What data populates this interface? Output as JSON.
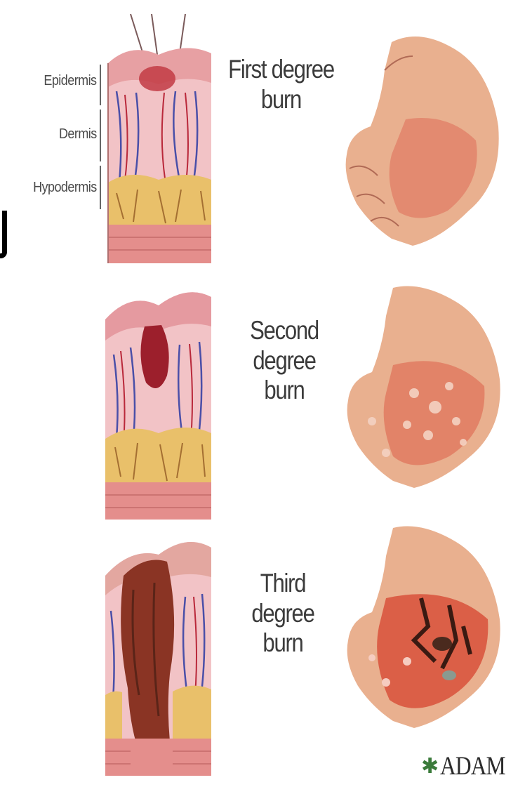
{
  "layers": [
    "Epidermis",
    "Dermis",
    "Hypodermis"
  ],
  "burns": [
    {
      "title_line1": "First degree",
      "title_line2": "burn"
    },
    {
      "title_line1": "Second degree",
      "title_line2": "burn"
    },
    {
      "title_line1": "Third degree",
      "title_line2": "burn"
    }
  ],
  "logo": {
    "text": "ADAM",
    "icon": "adam-star-logo-icon"
  },
  "colors": {
    "epidermis": "#e8a0a2",
    "dermis": "#f2c3c6",
    "hypodermis": "#e9c06a",
    "muscle": "#e48e8c",
    "vessel_blue": "#4a4fa8",
    "vessel_red": "#b9283a",
    "skin_hand": "#e9b08f",
    "palm_burn": "#e07b62",
    "char": "#5a2418"
  }
}
